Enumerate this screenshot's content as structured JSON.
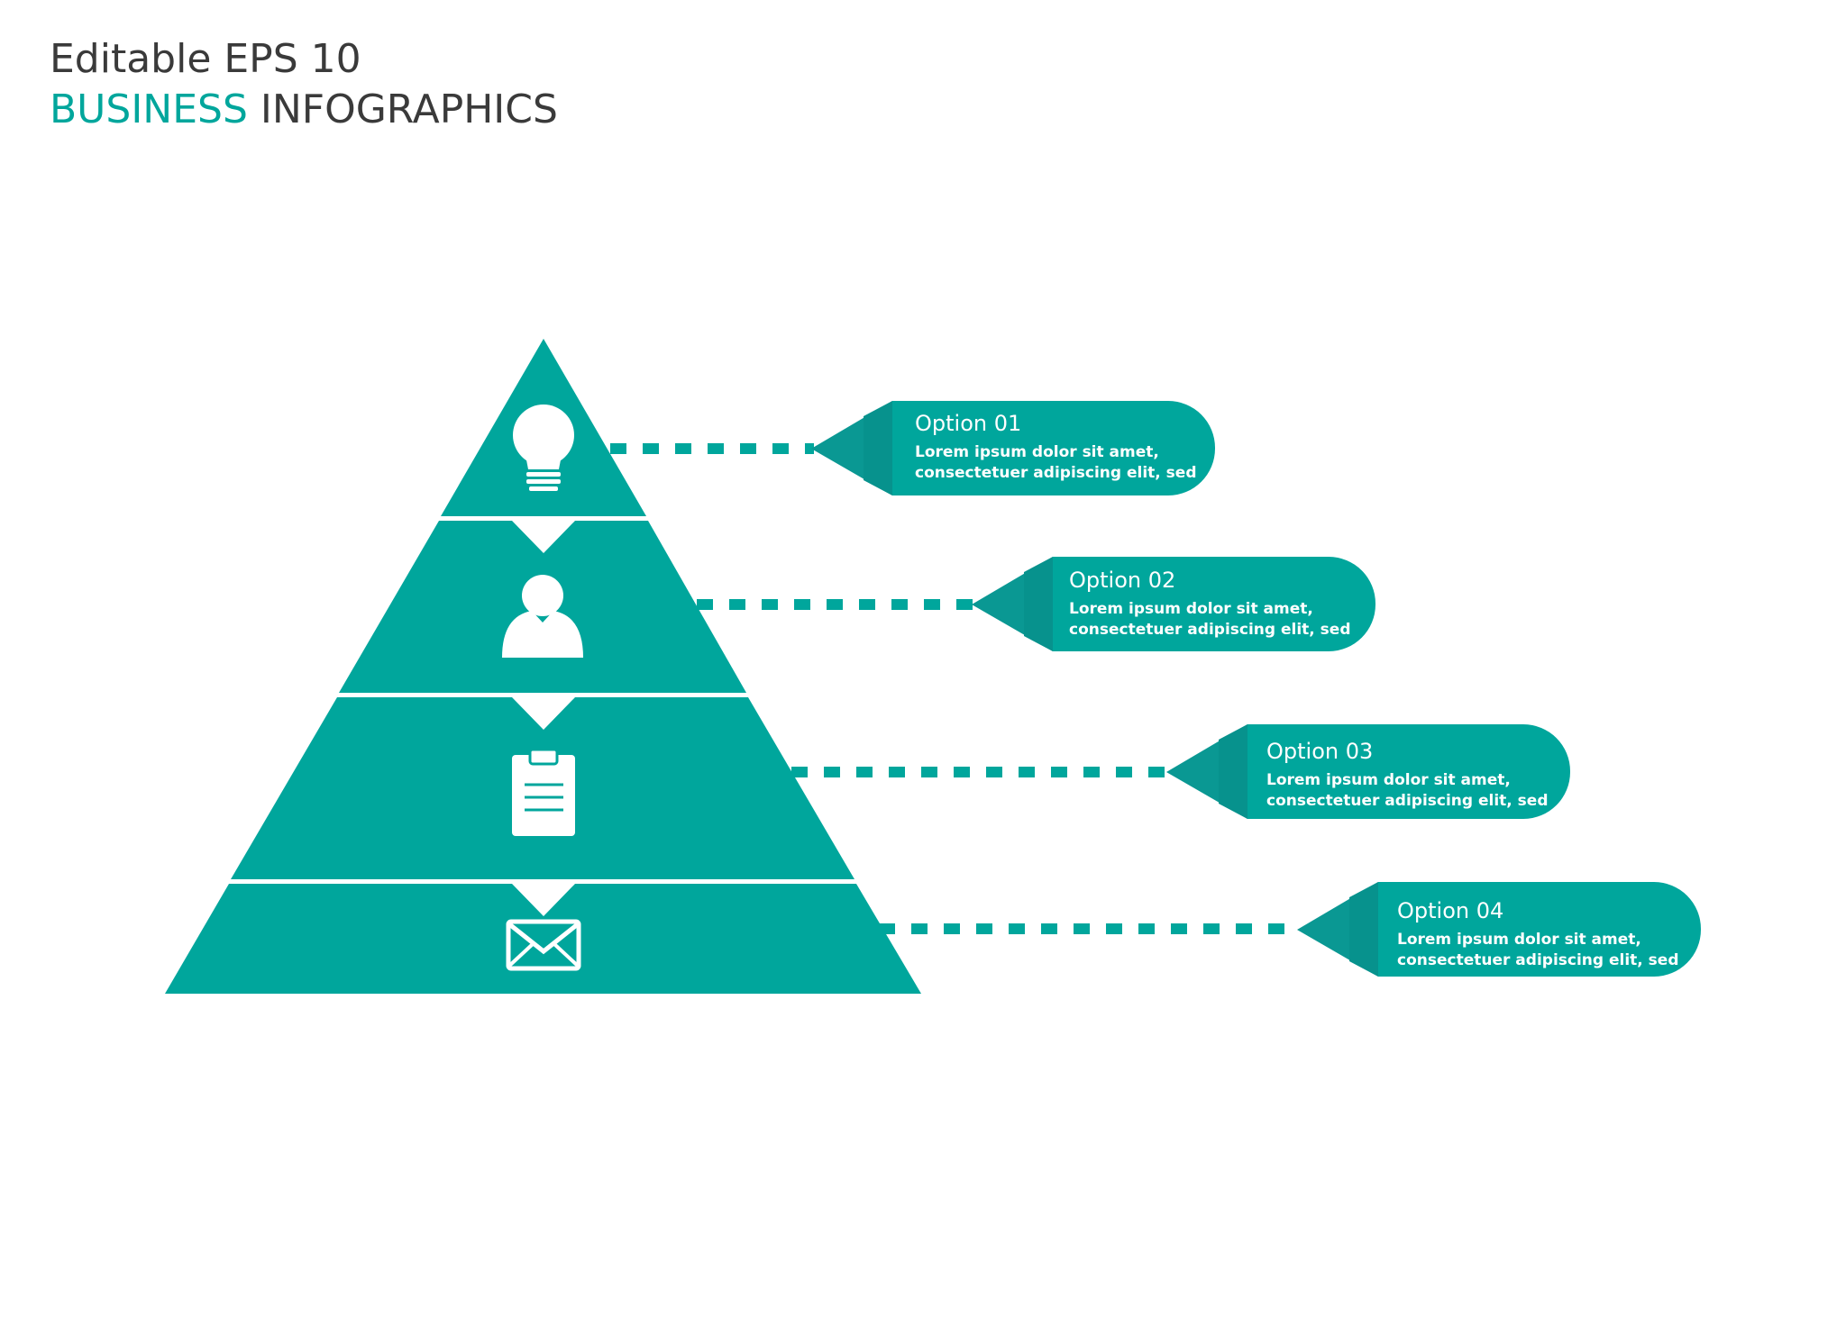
{
  "header": {
    "line1": "Editable EPS 10",
    "line2_accent": "BUSINESS",
    "line2_rest": "INFOGRAPHICS"
  },
  "colors": {
    "teal": "#00A69C",
    "teal_dark": "#0A9893",
    "text_dark": "#3a3a3a",
    "background": "#ffffff"
  },
  "pyramid": {
    "levels": [
      {
        "icon": "lightbulb-icon"
      },
      {
        "icon": "user-icon"
      },
      {
        "icon": "clipboard-icon"
      },
      {
        "icon": "envelope-icon"
      }
    ]
  },
  "options": [
    {
      "title": "Option 01",
      "desc_line1": "Lorem ipsum dolor sit amet,",
      "desc_line2": "consectetuer adipiscing elit, sed"
    },
    {
      "title": "Option 02",
      "desc_line1": "Lorem ipsum dolor sit amet,",
      "desc_line2": "consectetuer adipiscing elit, sed"
    },
    {
      "title": "Option 03",
      "desc_line1": "Lorem ipsum dolor sit amet,",
      "desc_line2": "consectetuer adipiscing elit, sed"
    },
    {
      "title": "Option 04",
      "desc_line1": "Lorem ipsum dolor sit amet,",
      "desc_line2": "consectetuer adipiscing elit, sed"
    }
  ]
}
